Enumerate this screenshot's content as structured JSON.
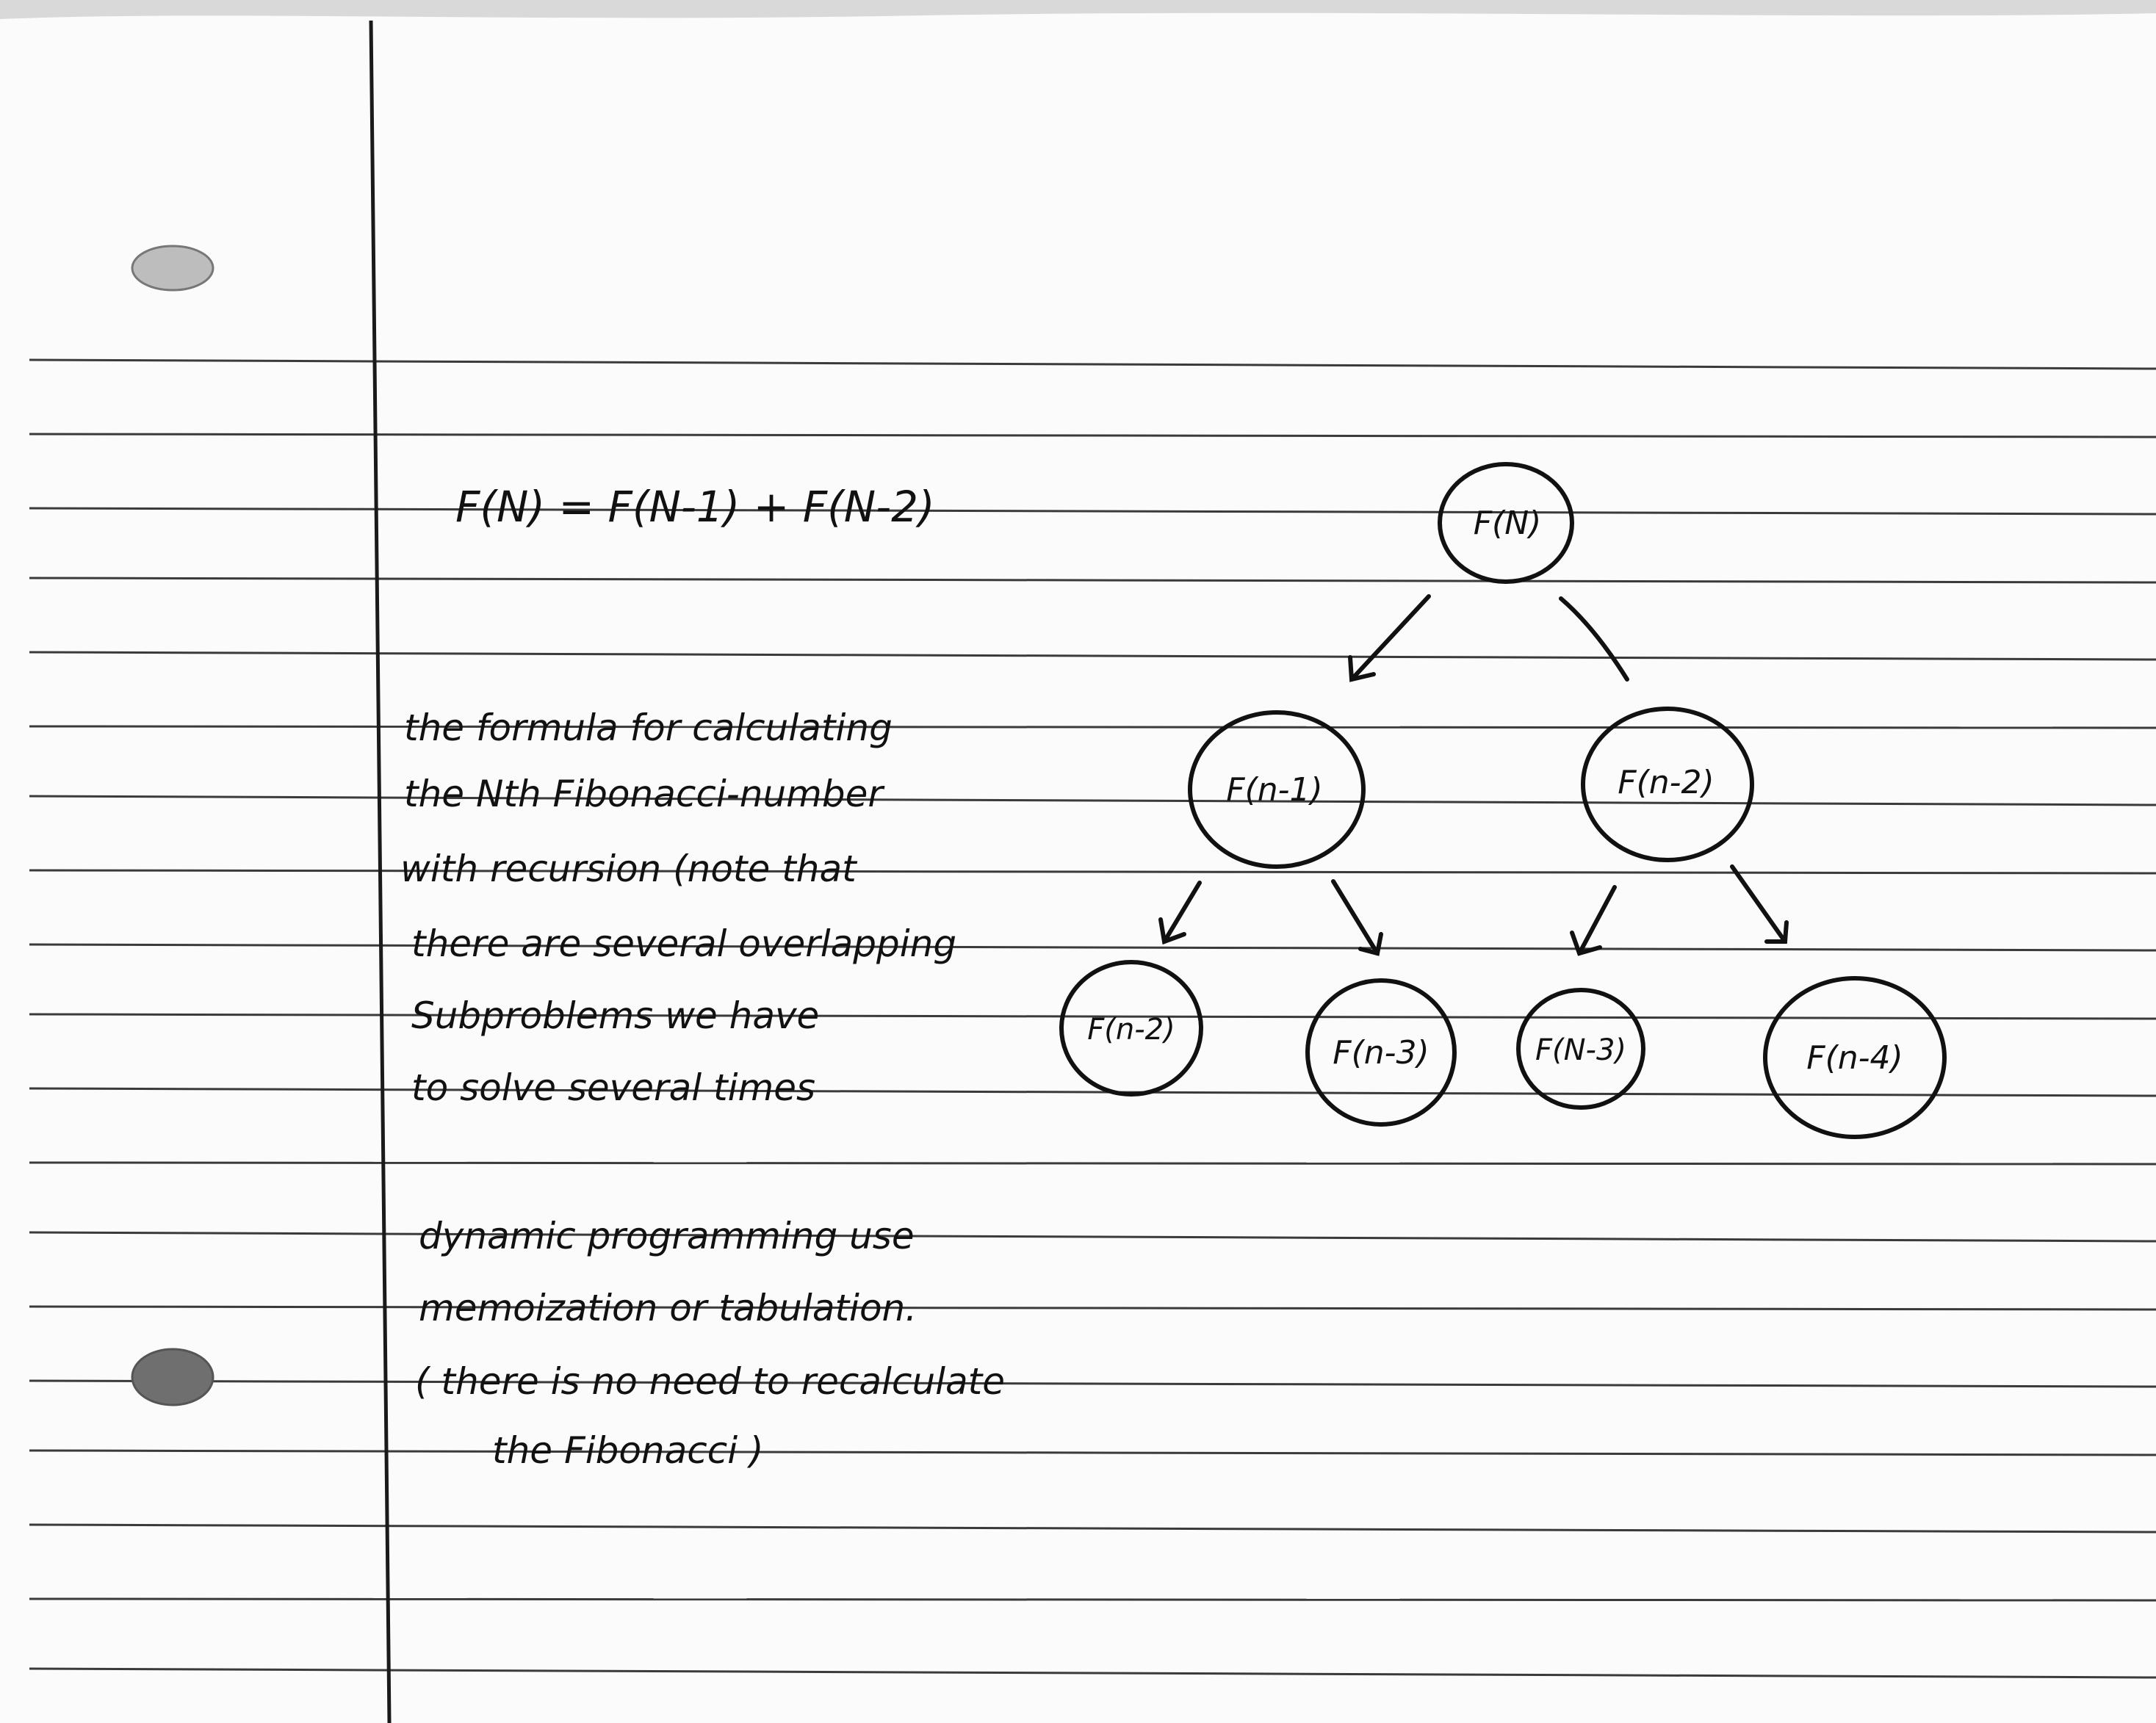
{
  "paper": {
    "background": "#fbfbfb",
    "rule_color": "#3a3a3a",
    "margin_color": "#1a1a1a",
    "ink_color": "#111111",
    "hole_color": "#8a8a8a"
  },
  "notes": {
    "formula": "F(N) = F(N-1) + F(N-2)",
    "paragraph_lines": [
      "the formula for calculating",
      "the Nth Fibonacci-number",
      "with recursion (note that",
      "there are several overlapping",
      "Subproblems we have",
      "to solve several times"
    ],
    "dp_lines": [
      "dynamic programming use",
      "memoization or tabulation.",
      "( there is no need to recalculate",
      "the Fibonacci )"
    ]
  },
  "tree": {
    "root": "F(N)",
    "level1": [
      "F(n-1)",
      "F(n-2)"
    ],
    "level2": [
      "F(n-2)",
      "F(n-3)",
      "F(N-3)",
      "F(n-4)"
    ]
  }
}
